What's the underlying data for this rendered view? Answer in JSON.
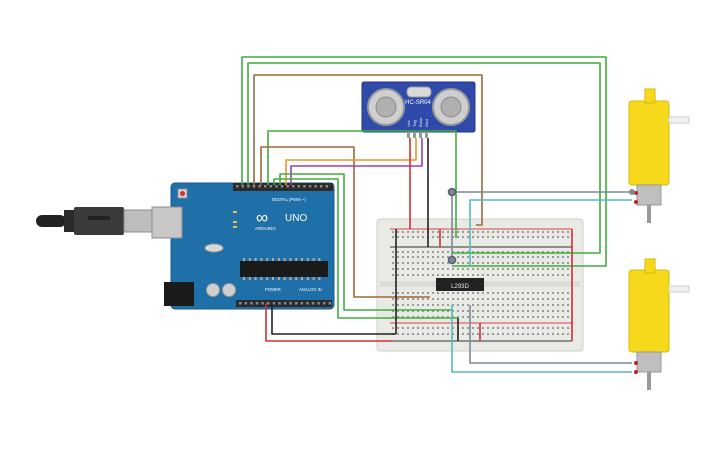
{
  "arduino": {
    "brand": "ARDUINO",
    "model": "UNO",
    "digital_label": "DIGITAL (PWM ~)",
    "power_label": "POWER",
    "analog_label": "ANALOG IN",
    "chip_logo": "∞",
    "colors": {
      "board": "#1f6fa8",
      "board_edge": "#175a8a",
      "header": "#2b2b2b"
    }
  },
  "sensor": {
    "model": "HC-SR04",
    "pins": [
      "Vcc",
      "Trig",
      "Echo",
      "Gnd"
    ],
    "colors": {
      "board": "#2f4aa8"
    }
  },
  "driver_ic": {
    "label": "L293D"
  },
  "usb_cable": {
    "color": "#3a3a3a"
  },
  "motors": [
    {
      "id": "motor-top",
      "body_color": "#f5d91a"
    },
    {
      "id": "motor-bottom",
      "body_color": "#f5d91a"
    }
  ],
  "wire_colors": {
    "green": "#3fae3f",
    "brown": "#9a6a3c",
    "red": "#d03030",
    "black": "#222222",
    "orange": "#e8952a",
    "purple": "#9b3fb5",
    "teal": "#58b8c0",
    "gray": "#7d8a96"
  }
}
